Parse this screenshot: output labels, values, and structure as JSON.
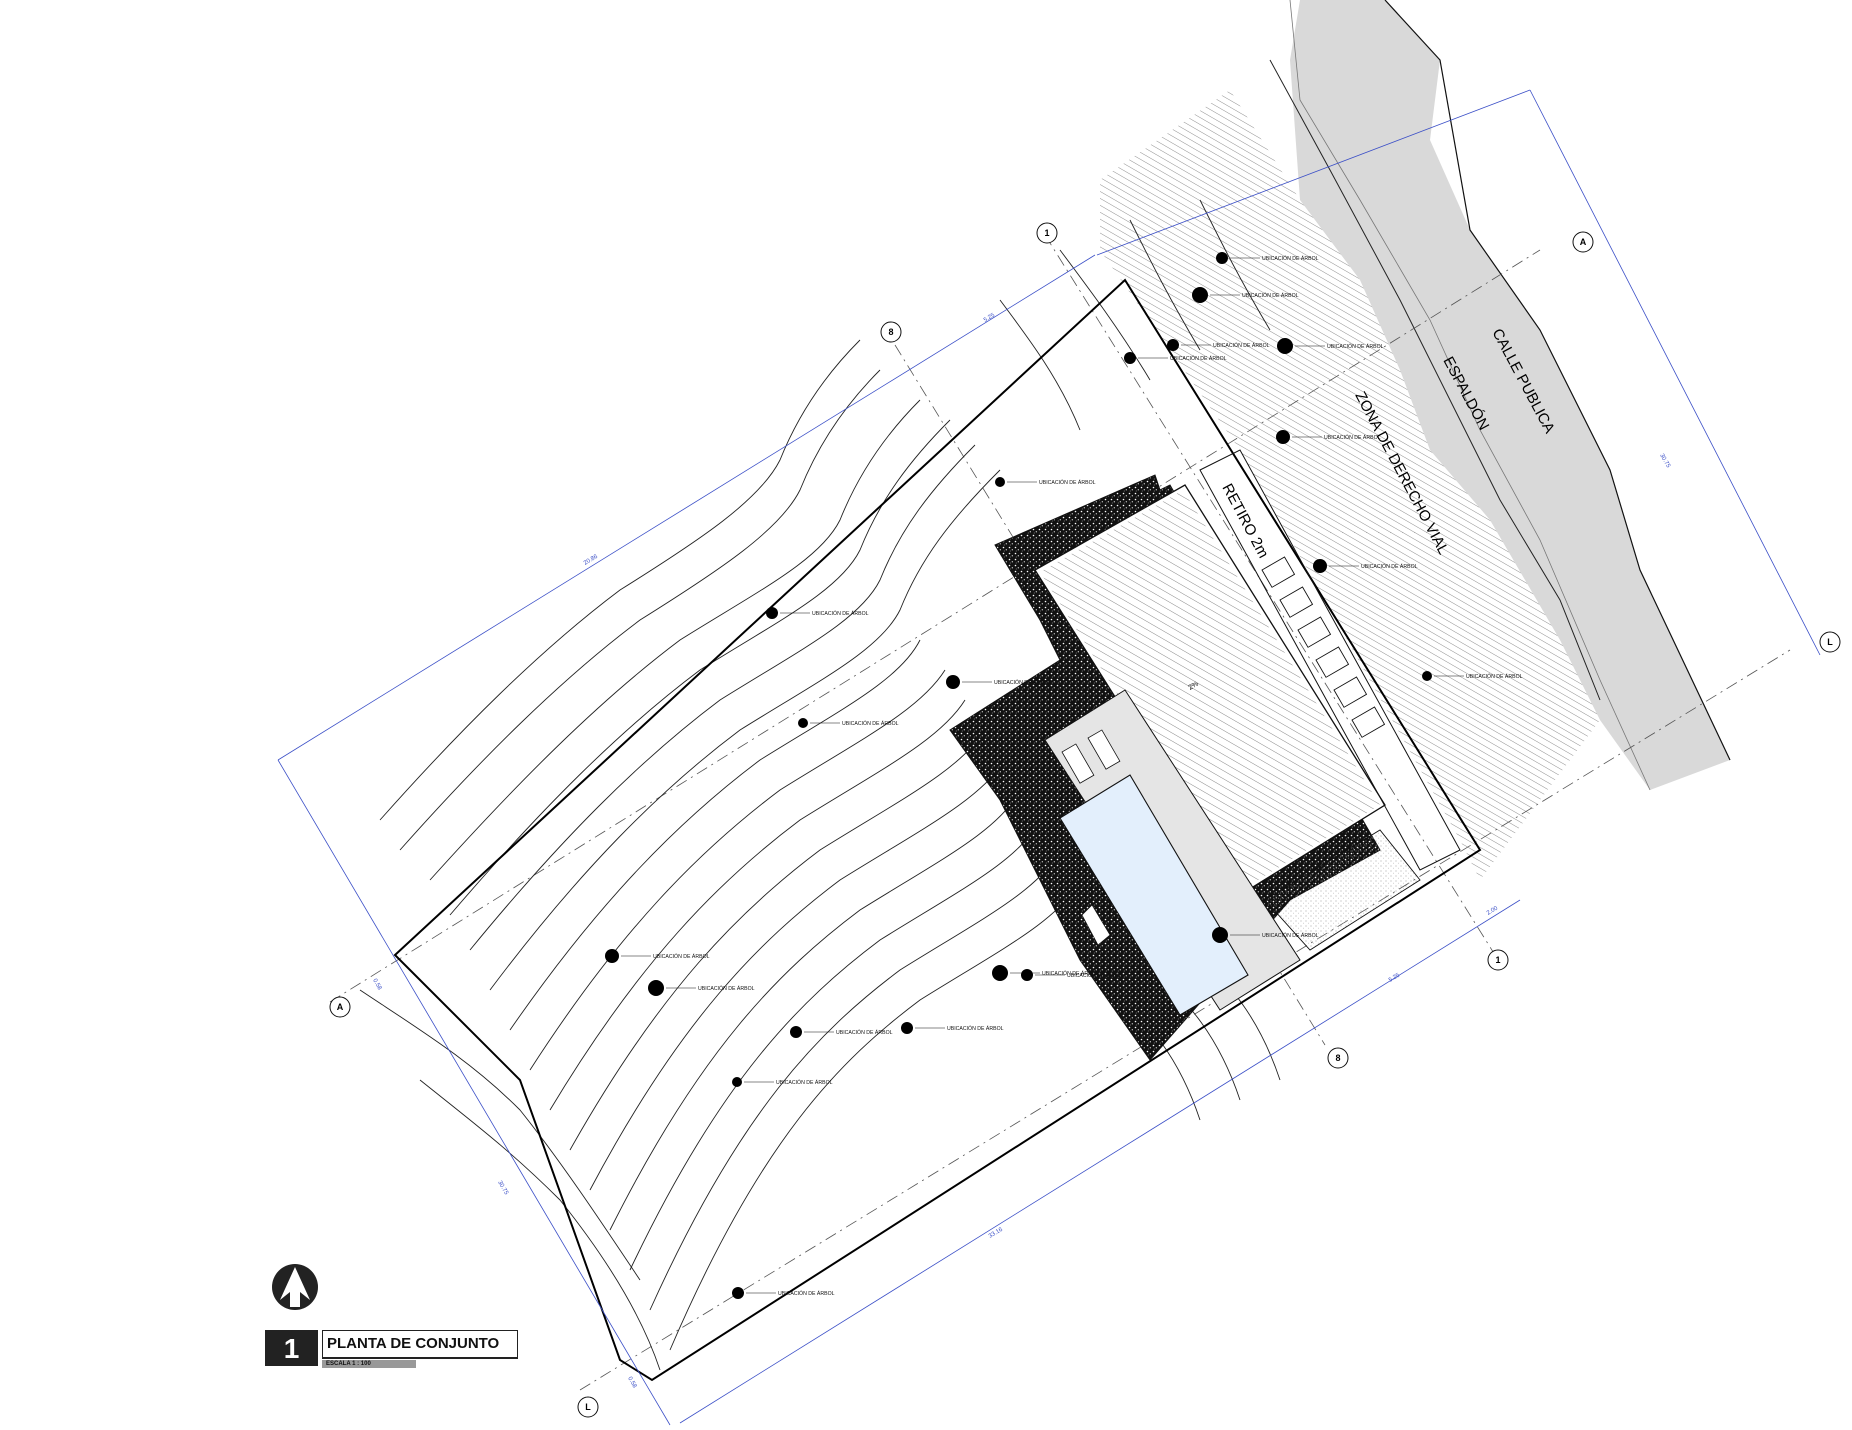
{
  "title_block": {
    "number": "1",
    "title": "PLANTA DE CONJUNTO",
    "scale": "ESCALA 1 : 100"
  },
  "labels": {
    "calle": "CALLE PUBLICA",
    "espaldon": "ESPALDÓN",
    "zona": "ZONA DE DERECHO VIAL",
    "retiro": "RETIRO 2m"
  },
  "tree_label": "UBICACIÓN DE ÁRBOL",
  "axes": [
    "1",
    "8",
    "A",
    "L"
  ],
  "dimensions": [
    "20.86",
    "33.16",
    "30.75",
    "5.25",
    "2.00",
    "0.58"
  ],
  "colors": {
    "road_fill": "#d9d9d9",
    "dimension": "#3b4fc7",
    "pool": "#e3effc",
    "line": "#111111"
  }
}
